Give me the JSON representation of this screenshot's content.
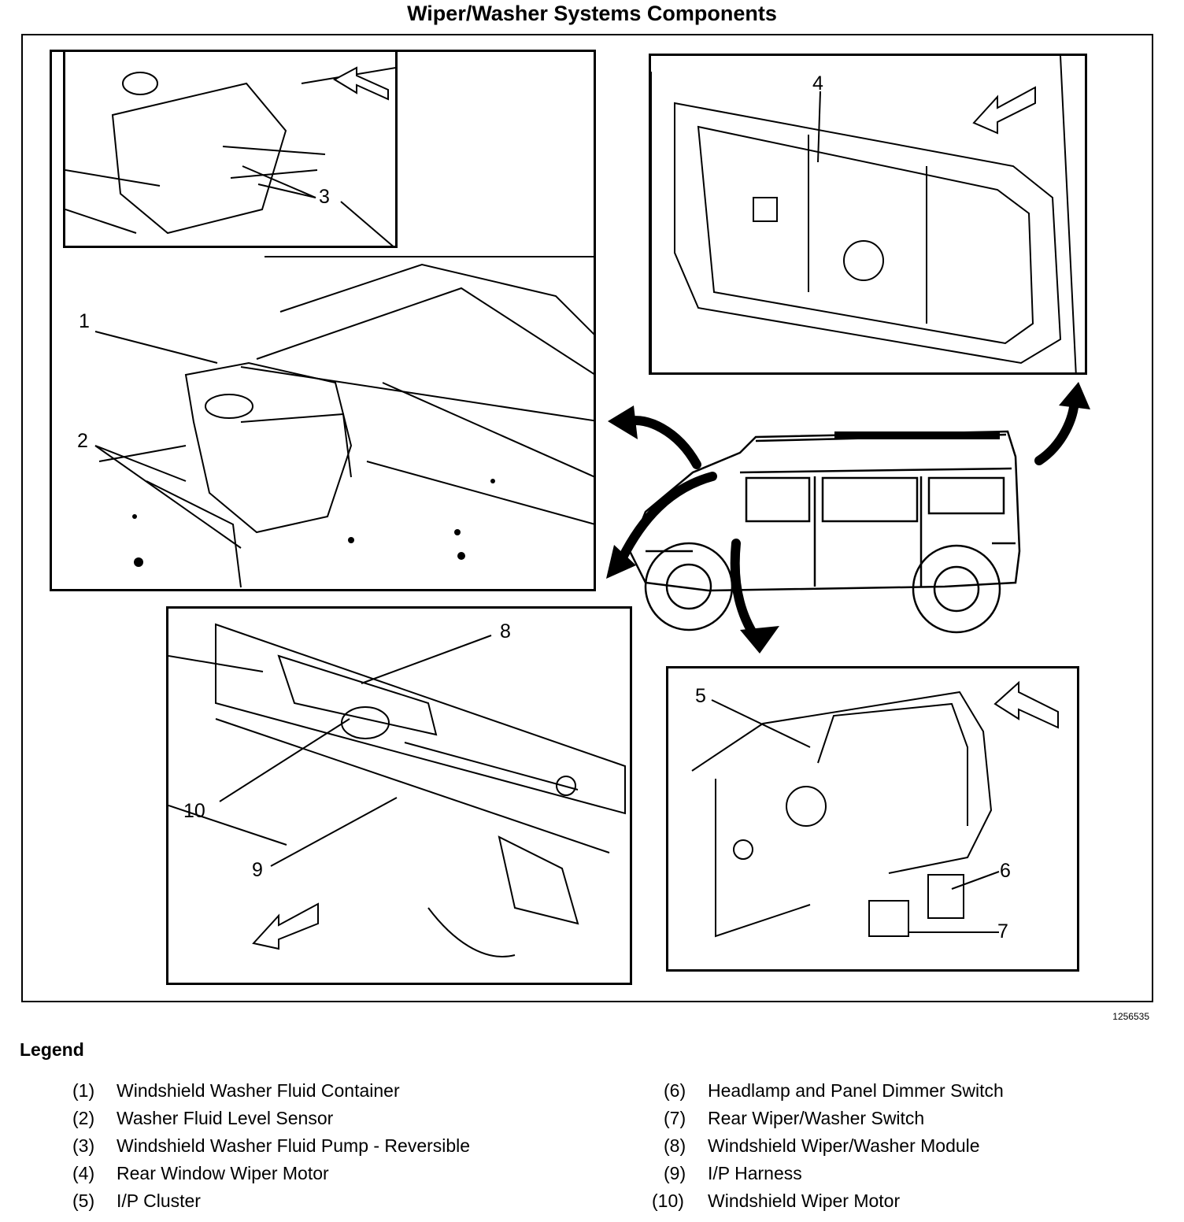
{
  "title": "Wiper/Washer Systems Components",
  "figure_id": "1256535",
  "callouts": [
    "1",
    "2",
    "3",
    "4",
    "5",
    "6",
    "7",
    "8",
    "9",
    "10"
  ],
  "legend": {
    "heading": "Legend",
    "items": [
      {
        "num": "(1)",
        "text": "Windshield Washer Fluid Container"
      },
      {
        "num": "(2)",
        "text": "Washer Fluid Level Sensor"
      },
      {
        "num": "(3)",
        "text": "Windshield Washer Fluid Pump - Reversible"
      },
      {
        "num": "(4)",
        "text": "Rear Window Wiper Motor"
      },
      {
        "num": "(5)",
        "text": "I/P Cluster"
      },
      {
        "num": "(6)",
        "text": "Headlamp and Panel Dimmer Switch"
      },
      {
        "num": "(7)",
        "text": "Rear Wiper/Washer Switch"
      },
      {
        "num": "(8)",
        "text": "Windshield Wiper/Washer Module"
      },
      {
        "num": "(9)",
        "text": "I/P Harness"
      },
      {
        "num": "(10)",
        "text": "Windshield Wiper Motor"
      }
    ]
  }
}
